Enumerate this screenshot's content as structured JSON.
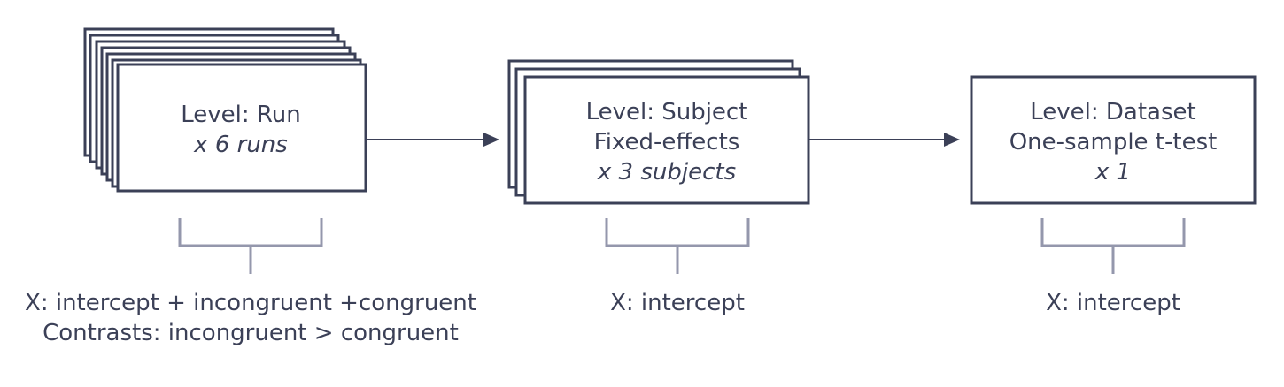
{
  "nodes": {
    "run": {
      "level": "Level: Run",
      "count": "x 6 runs"
    },
    "subject": {
      "level": "Level: Subject",
      "method": "Fixed-effects",
      "count": "x 3 subjects"
    },
    "dataset": {
      "level": "Level: Dataset",
      "method": "One-sample t-test",
      "count": "x 1"
    }
  },
  "models": {
    "run": {
      "x": "X: intercept + incongruent +congruent",
      "contrasts": "Contrasts: incongruent > congruent"
    },
    "subject": {
      "x": "X: intercept"
    },
    "dataset": {
      "x": "X: intercept"
    }
  }
}
